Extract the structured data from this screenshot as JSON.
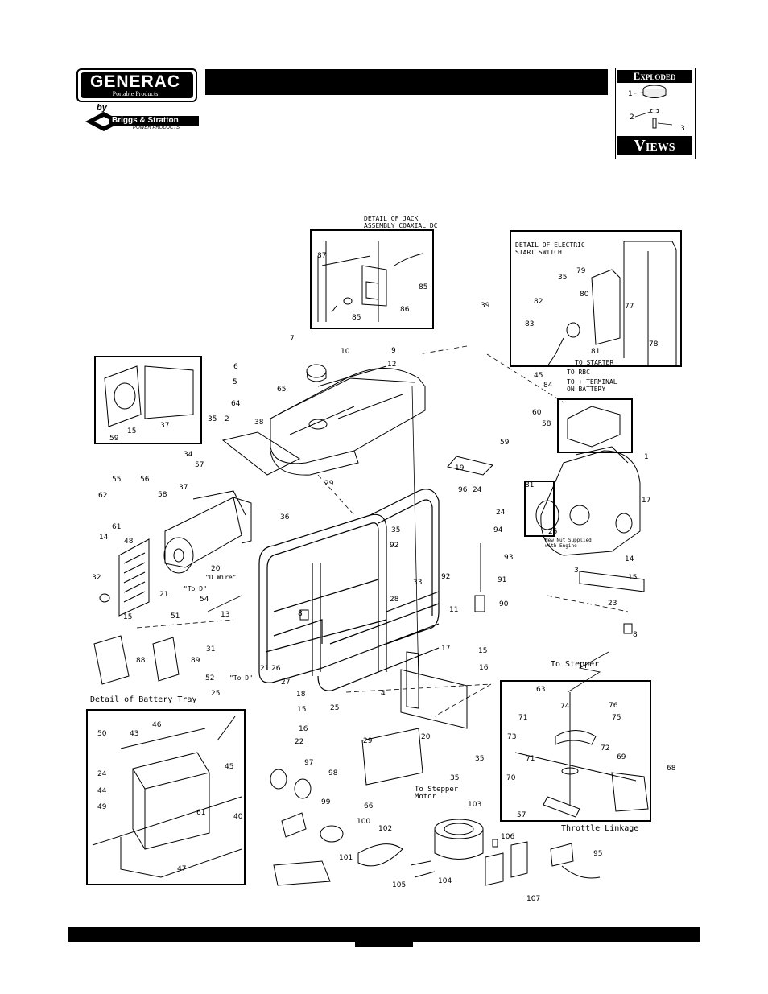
{
  "header": {
    "brand": "GENERAC",
    "brand_sub": "Portable Products",
    "by": "by",
    "partner": "Briggs & Stratton",
    "partner_sub": "POWER PRODUCTS",
    "badge_top": "Exploded",
    "badge_bottom": "Views",
    "badge_parts": [
      "1",
      "2",
      "3"
    ]
  },
  "details": {
    "jack": "DETAIL OF JACK\nASSEMBLY COAXIAL DC",
    "switch": "DETAIL OF ELECTRIC\nSTART SWITCH",
    "to_starter": "TO STARTER",
    "to_rbc": "TO RBC",
    "to_terminal": "TO + TERMINAL\nON BATTERY",
    "battery_tray": "Detail of Battery Tray",
    "to_stepper": "To Stepper",
    "to_stepper_motor": "To Stepper\nMotor",
    "throttle": "Throttle Linkage",
    "new_nut": "New Nut Supplied\nwith Engine",
    "d_wire": "\"D Wire\"",
    "to_d": "\"To D\"",
    "to_d2": "\"To D\""
  },
  "parts": [
    "87",
    "85",
    "85",
    "86",
    "35",
    "79",
    "80",
    "77",
    "82",
    "83",
    "81",
    "78",
    "45",
    "84",
    "39",
    "37",
    "15",
    "59",
    "7",
    "10",
    "9",
    "12",
    "6",
    "5",
    "65",
    "64",
    "35",
    "2",
    "38",
    "34",
    "57",
    "37",
    "55",
    "56",
    "58",
    "62",
    "61",
    "48",
    "14",
    "20",
    "32",
    "15",
    "21",
    "54",
    "51",
    "36",
    "29",
    "35",
    "92",
    "33",
    "28",
    "13",
    "31",
    "21",
    "52",
    "25",
    "8",
    "26",
    "27",
    "18",
    "15",
    "16",
    "22",
    "25",
    "11",
    "17",
    "19",
    "96",
    "24",
    "24",
    "94",
    "93",
    "92",
    "91",
    "90",
    "60",
    "58",
    "59",
    "1",
    "17",
    "81",
    "25",
    "14",
    "15",
    "3",
    "23",
    "8",
    "15",
    "16",
    "4",
    "35",
    "29",
    "20",
    "35",
    "66",
    "97",
    "98",
    "99",
    "100",
    "102",
    "103",
    "101",
    "105",
    "104",
    "106",
    "107",
    "95",
    "88",
    "89",
    "50",
    "43",
    "46",
    "45",
    "24",
    "44",
    "49",
    "40",
    "61",
    "47",
    "63",
    "76",
    "74",
    "75",
    "71",
    "73",
    "72",
    "71",
    "69",
    "68",
    "70",
    "57"
  ]
}
